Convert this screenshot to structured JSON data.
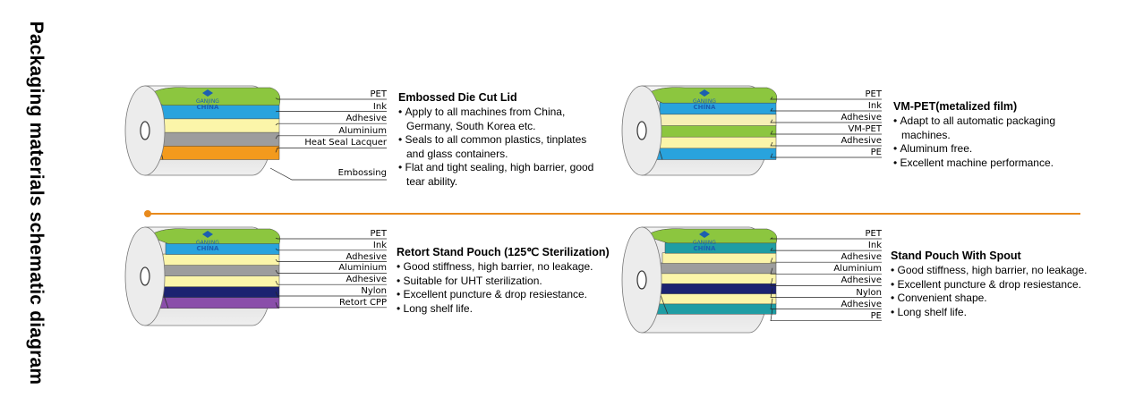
{
  "side_title": "Packaging materials schematic diagram",
  "brand": {
    "line1": "GANJING",
    "line2": "CHINA"
  },
  "colors": {
    "divider": "#e88a1c",
    "green": "#8cc63f",
    "blue": "#29a3dd",
    "yellow": "#fbf5a9",
    "gray": "#9d9d9d",
    "orange": "#f39a1d",
    "navy": "#1c2371",
    "purple": "#8a4eaa",
    "teal": "#1f9da4",
    "cream": "#f6efb6"
  },
  "panels": [
    {
      "title": "Embossed Die Cut Lid",
      "bullets": [
        "Apply to all machines from China, Germany, South Korea etc.",
        "Seals to all common plastics, tinplates and glass containers.",
        "Flat and tight sealing, high barrier, good tear ability."
      ],
      "layers": [
        "PET",
        "Ink",
        "Adhesive",
        "Aluminium",
        "Heat Seal Lacquer"
      ],
      "layer_colors": [
        "green",
        "blue",
        "yellow",
        "gray",
        "orange"
      ],
      "extra_label": "Embossing"
    },
    {
      "title": "VM-PET(metalized film)",
      "bullets": [
        "Adapt to all automatic packaging machines.",
        "Aluminum free.",
        "Excellent machine performance."
      ],
      "layers": [
        "PET",
        "Ink",
        "Adhesive",
        "VM-PET",
        "Adhesive",
        "PE"
      ],
      "layer_colors": [
        "green",
        "blue",
        "cream",
        "green",
        "yellow",
        "blue"
      ]
    },
    {
      "title": "Retort Stand Pouch  (125℃ Sterilization)",
      "bullets": [
        "Good stiffness, high barrier, no leakage.",
        "Suitable for UHT sterilization.",
        "Excellent puncture & drop resiestance.",
        "Long shelf life."
      ],
      "layers": [
        "PET",
        "Ink",
        "Adhesive",
        "Aluminium",
        "Adhesive",
        "Nylon",
        "Retort CPP"
      ],
      "layer_colors": [
        "green",
        "blue",
        "yellow",
        "gray",
        "yellow",
        "navy",
        "purple"
      ]
    },
    {
      "title": "Stand Pouch With Spout",
      "bullets": [
        "Good stiffness, high barrier, no leakage.",
        "Excellent puncture & drop resiestance.",
        "Convenient shape.",
        "Long shelf life."
      ],
      "layers": [
        "PET",
        "Ink",
        "Adhesive",
        "Aluminium",
        "Adhesive",
        "Nylon",
        "Adhesive",
        "PE"
      ],
      "layer_colors": [
        "green",
        "teal",
        "yellow",
        "gray",
        "yellow",
        "navy",
        "yellow",
        "teal"
      ]
    }
  ]
}
